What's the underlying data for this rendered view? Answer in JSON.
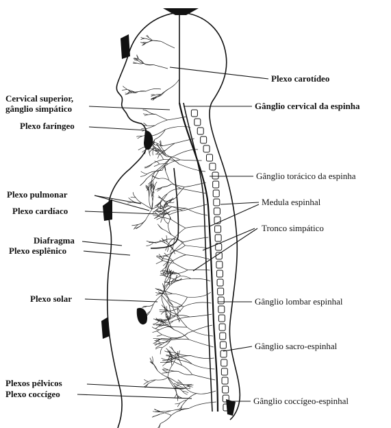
{
  "diagram": {
    "labels_left": {
      "cervical_superior_1": "Cervical superior,",
      "cervical_superior_2": "gânglio simpático",
      "plexo_faringeo": "Plexo faríngeo",
      "plexo_pulmonar": "Plexo pulmonar",
      "plexo_cardiaco": "Plexo cardíaco",
      "diafragma": "Diafragma",
      "plexo_esplenico": "Plexo esplênico",
      "plexo_solar": "Plexo solar",
      "plexos_pelvicos": "Plexos pélvicos",
      "plexo_coccigeo": "Plexo coccígeo"
    },
    "labels_right": {
      "plexo_carotideo": "Plexo carotídeo",
      "ganglio_cervical": "Gânglio cervical da espinha",
      "ganglio_toracico": "Gânglio torácico da espinha",
      "medula_espinhal": "Medula espinhal",
      "tronco_simpatico": "Tronco simpático",
      "ganglio_lombar": "Gânglio lombar espinhal",
      "ganglio_sacro": "Gânglio sacro-espinhal",
      "ganglio_coccigeo": "Gânglio coccígeo-espinhal"
    }
  }
}
